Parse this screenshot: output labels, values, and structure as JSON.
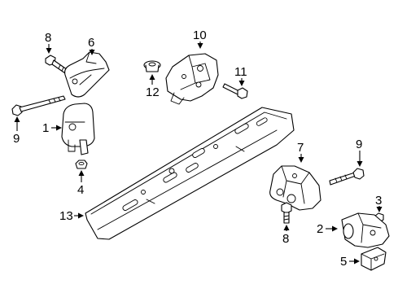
{
  "callouts": {
    "c1": "1",
    "c2": "2",
    "c3": "3",
    "c4": "4",
    "c5": "5",
    "c6": "6",
    "c7": "7",
    "c8a": "8",
    "c8b": "8",
    "c9a": "9",
    "c9b": "9",
    "c10": "10",
    "c11": "11",
    "c12": "12",
    "c13": "13"
  },
  "colors": {
    "line": "#000000",
    "background": "#ffffff"
  }
}
